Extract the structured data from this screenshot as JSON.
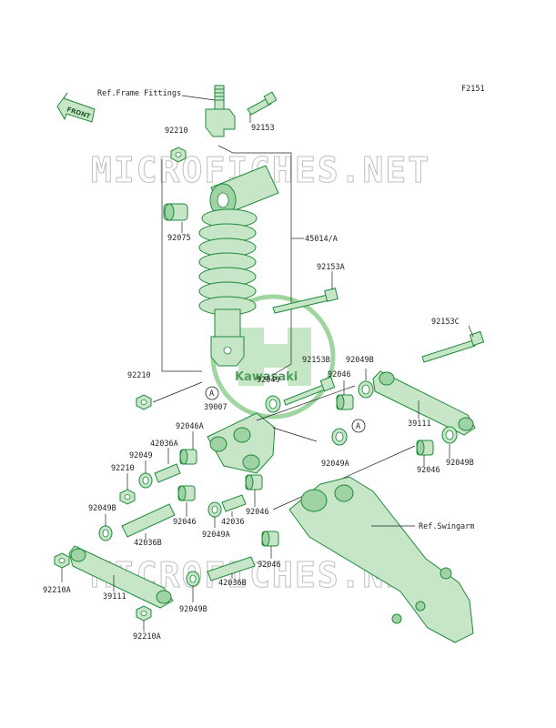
{
  "figure_code": "F2151",
  "front_label": "FRONT",
  "watermark": "MICROFICHES.NET",
  "logo_text": "Kawasaki",
  "refs": {
    "frame_fittings": "Ref.Frame Fittings",
    "swingarm": "Ref.Swingarm"
  },
  "circle_marker": "A",
  "parts": [
    {
      "id": "p92210_top",
      "number": "92210"
    },
    {
      "id": "p92153",
      "number": "92153"
    },
    {
      "id": "p92075",
      "number": "92075"
    },
    {
      "id": "p45014",
      "number": "45014/A"
    },
    {
      "id": "p92153A",
      "number": "92153A"
    },
    {
      "id": "p92153C",
      "number": "92153C"
    },
    {
      "id": "p92210_mid",
      "number": "92210"
    },
    {
      "id": "p39007",
      "number": "39007"
    },
    {
      "id": "p92153B",
      "number": "92153B"
    },
    {
      "id": "p92049_top",
      "number": "92049"
    },
    {
      "id": "p92046_top",
      "number": "92046"
    },
    {
      "id": "p92049B_top",
      "number": "92049B"
    },
    {
      "id": "p39111_right",
      "number": "39111"
    },
    {
      "id": "p92046A",
      "number": "92046A"
    },
    {
      "id": "p42036A",
      "number": "42036A"
    },
    {
      "id": "p92049_left",
      "number": "92049"
    },
    {
      "id": "p92210_left",
      "number": "92210"
    },
    {
      "id": "p92049A_right",
      "number": "92049A"
    },
    {
      "id": "p92046_right",
      "number": "92046"
    },
    {
      "id": "p92049B_right",
      "number": "92049B"
    },
    {
      "id": "p92049B_left",
      "number": "92049B"
    },
    {
      "id": "p92046_mid",
      "number": "92046"
    },
    {
      "id": "p42036",
      "number": "42036"
    },
    {
      "id": "p92046_mid2",
      "number": "92046"
    },
    {
      "id": "p92049A_mid",
      "number": "92049A"
    },
    {
      "id": "p42036B_left",
      "number": "42036B"
    },
    {
      "id": "p92210A_top",
      "number": "92210A"
    },
    {
      "id": "p92046_low",
      "number": "92046"
    },
    {
      "id": "p42036B_low",
      "number": "42036B"
    },
    {
      "id": "p39111_left",
      "number": "39111"
    },
    {
      "id": "p92049B_low",
      "number": "92049B"
    },
    {
      "id": "p92210A_bottom",
      "number": "92210A"
    }
  ]
}
